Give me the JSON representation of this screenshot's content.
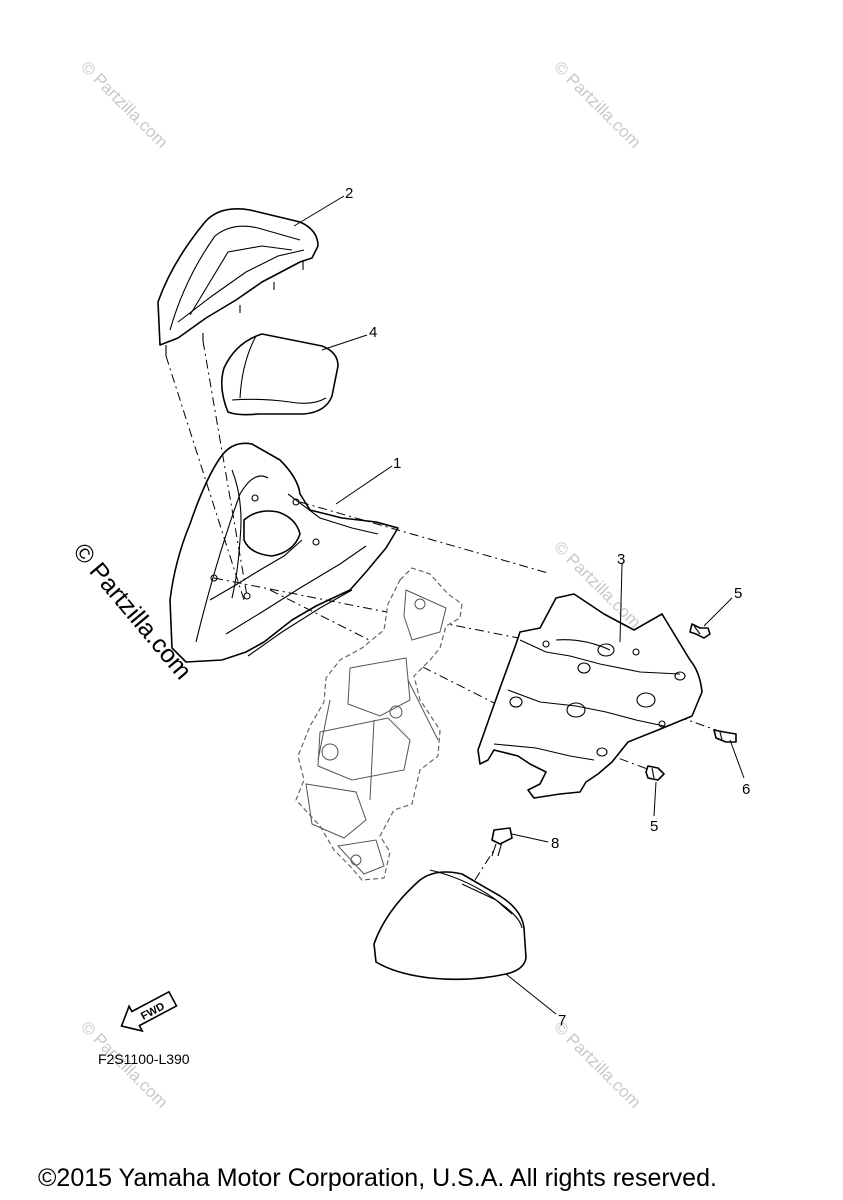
{
  "diagram": {
    "callouts": [
      {
        "id": "1",
        "label": "1"
      },
      {
        "id": "2",
        "label": "2"
      },
      {
        "id": "3",
        "label": "3"
      },
      {
        "id": "4",
        "label": "4"
      },
      {
        "id": "5a",
        "label": "5"
      },
      {
        "id": "5b",
        "label": "5"
      },
      {
        "id": "6",
        "label": "6"
      },
      {
        "id": "7",
        "label": "7"
      },
      {
        "id": "8",
        "label": "8"
      }
    ],
    "fwd_label": "FWD",
    "diagram_code": "F2S1100-L390"
  },
  "watermarks": {
    "text": "© Partzilla.com",
    "side_text": "© Partzilla.com"
  },
  "footer": {
    "copyright": "©2015 Yamaha Motor Corporation, U.S.A. All rights reserved."
  }
}
